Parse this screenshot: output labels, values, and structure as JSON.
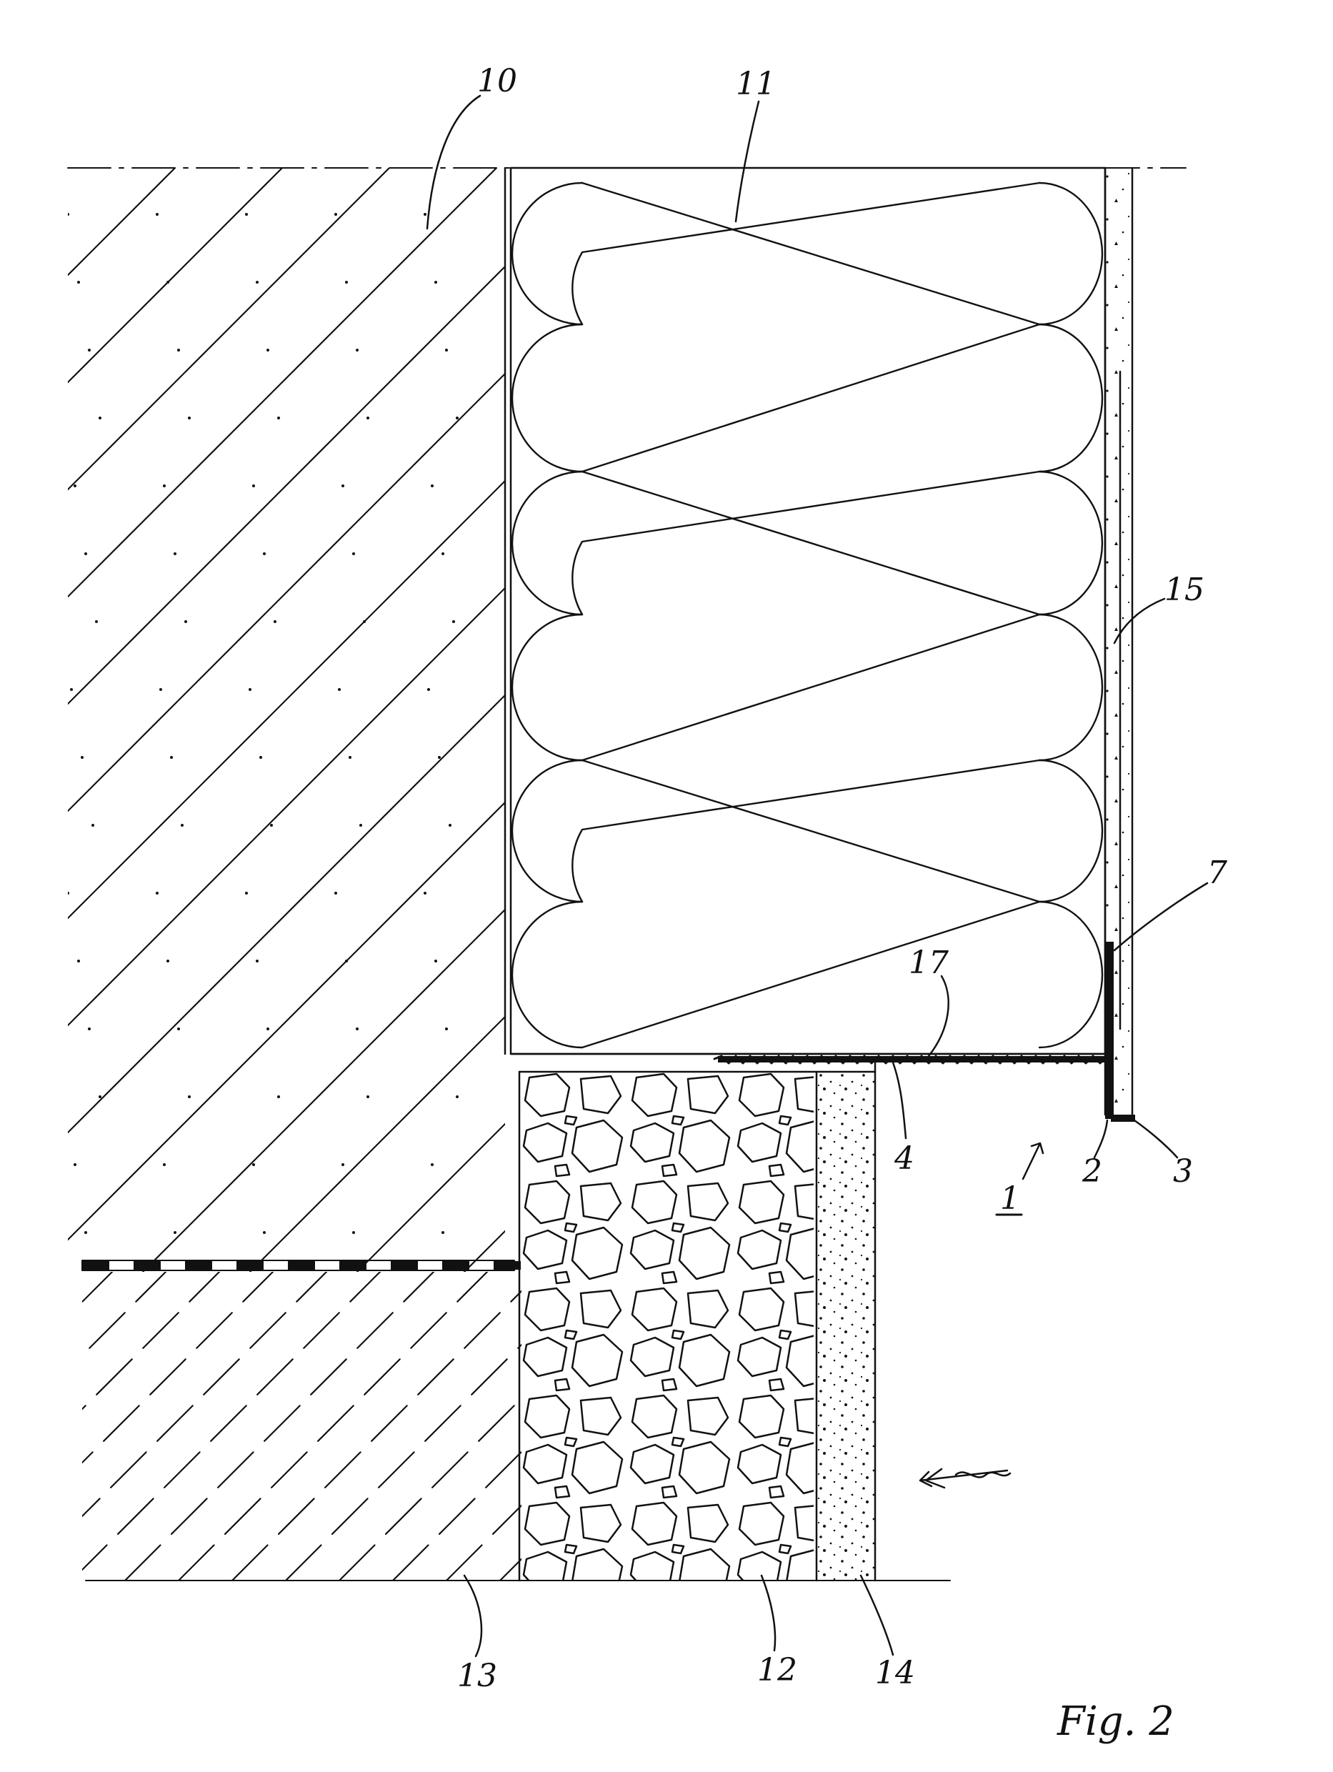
{
  "figure": {
    "caption": "Fig. 2",
    "colors": {
      "ink": "#111111",
      "paper": "#ffffff"
    }
  },
  "labels": [
    {
      "id": "10",
      "text": "10"
    },
    {
      "id": "11",
      "text": "11"
    },
    {
      "id": "15",
      "text": "15"
    },
    {
      "id": "7",
      "text": "7"
    },
    {
      "id": "17",
      "text": "17"
    },
    {
      "id": "4",
      "text": "4"
    },
    {
      "id": "2",
      "text": "2"
    },
    {
      "id": "3",
      "text": "3"
    },
    {
      "id": "1",
      "text": "1"
    },
    {
      "id": "13",
      "text": "13"
    },
    {
      "id": "12",
      "text": "12"
    },
    {
      "id": "14",
      "text": "14"
    }
  ]
}
